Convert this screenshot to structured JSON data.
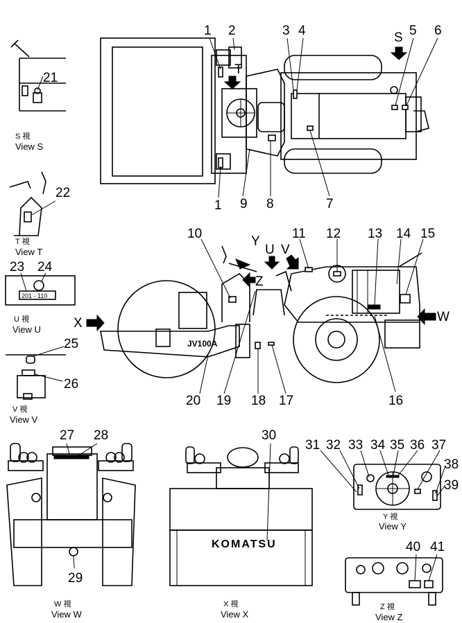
{
  "callouts": [
    "1",
    "2",
    "3",
    "4",
    "5",
    "6",
    "1",
    "9",
    "8",
    "7",
    "10",
    "11",
    "12",
    "13",
    "14",
    "15",
    "20",
    "19",
    "18",
    "17",
    "16",
    "21",
    "22",
    "23",
    "24",
    "25",
    "26",
    "27",
    "28",
    "29",
    "30",
    "31",
    "32",
    "33",
    "34",
    "35",
    "36",
    "37",
    "38",
    "39",
    "40",
    "41"
  ],
  "views": {
    "s": {
      "jp": "S 視",
      "en": "View S"
    },
    "t": {
      "jp": "T 視",
      "en": "View T"
    },
    "u": {
      "jp": "U 視",
      "en": "View U"
    },
    "v": {
      "jp": "V 視",
      "en": "View V"
    },
    "w": {
      "jp": "W 視",
      "en": "View W"
    },
    "x": {
      "jp": "X 視",
      "en": "View X"
    },
    "y": {
      "jp": "Y 視",
      "en": "View Y"
    },
    "z": {
      "jp": "Z 視",
      "en": "View Z"
    }
  },
  "arrow_letters": {
    "S": "S",
    "T": "T",
    "X": "X",
    "Y": "Y",
    "U": "U",
    "V": "V",
    "W": "W",
    "Z": "Z"
  },
  "machine_model": "JV100A",
  "brand": "KOMATSU",
  "view_u_plate": "201 - 110"
}
